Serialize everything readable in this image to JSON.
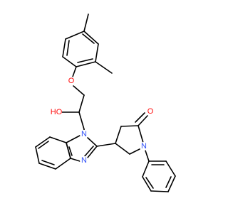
{
  "molecule": {
    "atom_labels": {
      "ether_oxygen": "O",
      "hydroxyl": "HO",
      "benzimidazole_n1": "N",
      "benzimidazole_n3": "N",
      "carbonyl_oxygen": "O",
      "lactam_nitrogen": "N"
    },
    "colors": {
      "bond": "#000000",
      "oxygen": "#ff0d0d",
      "nitrogen": "#3050f8"
    }
  }
}
